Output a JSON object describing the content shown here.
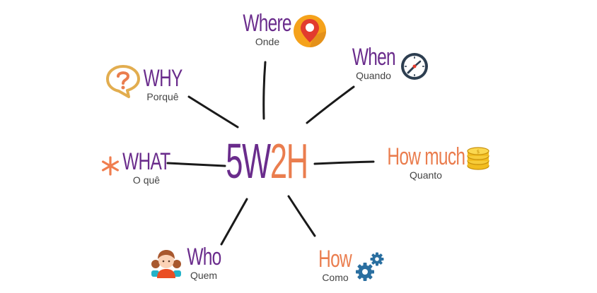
{
  "center": {
    "part1": "5W",
    "part2": "2H"
  },
  "nodes": {
    "where": {
      "title": "Where",
      "subtitle": "Onde"
    },
    "when": {
      "title": "When",
      "subtitle": "Quando"
    },
    "why": {
      "title": "WHY",
      "subtitle": "Porquê"
    },
    "what": {
      "title": "WHAT",
      "subtitle": "O quê"
    },
    "how_much": {
      "title": "How much",
      "subtitle": "Quanto"
    },
    "who": {
      "title": "Who",
      "subtitle": "Quem"
    },
    "how": {
      "title": "How",
      "subtitle": "Como"
    }
  },
  "colors": {
    "purple": "#6a2c8c",
    "orange": "#ea7d4e",
    "line": "#1a1a1a"
  },
  "icons": {
    "where": "map-pin-icon",
    "when": "clock-icon",
    "why": "question-bubble-icon",
    "what": "asterisk-icon",
    "how_much": "coins-icon",
    "who": "people-icon",
    "how": "gears-icon"
  }
}
